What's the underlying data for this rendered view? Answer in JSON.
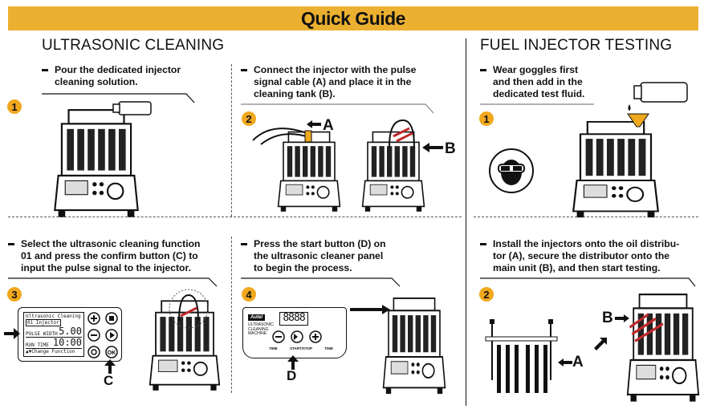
{
  "header": {
    "title": "Quick Guide"
  },
  "colors": {
    "accent": "#EBB030",
    "step_badge": "#F0A81E"
  },
  "sections": [
    {
      "title": "ULTRASONIC CLEANING"
    },
    {
      "title": "FUEL INJECTOR TESTING"
    }
  ],
  "steps": [
    {
      "number": "1",
      "lines": [
        "Pour the dedicated injector",
        "cleaning solution."
      ]
    },
    {
      "number": "2",
      "lines": [
        "Connect the injector with the pulse",
        "signal cable (A) and place it in the",
        "cleaning tank (B)."
      ],
      "labels": [
        "A",
        "B"
      ]
    },
    {
      "number": "1",
      "lines": [
        "Wear goggles first",
        "and then add in the",
        "dedicated test fluid."
      ],
      "icon": "goggles-icon"
    },
    {
      "number": "3",
      "lines": [
        "Select the ultrasonic cleaning function",
        "01 and press the confirm button (C) to",
        "input the pulse signal to the injector."
      ],
      "labels": [
        "C"
      ]
    },
    {
      "number": "4",
      "lines": [
        "Press the start button (D) on",
        "the ultrasonic cleaner panel",
        "to begin the process."
      ],
      "labels": [
        "D"
      ]
    },
    {
      "number": "2",
      "lines": [
        "Install the injectors onto the oil distribu-",
        "tor (A), secure the distributor onto the",
        "main unit (B), and then start testing."
      ],
      "labels": [
        "A",
        "B"
      ]
    }
  ],
  "lcd": {
    "line1": "Ultrasonic Cleaning",
    "line2": "01 Injector",
    "pulse_label": "PULSE WIDTH",
    "pulse_value": "5.00",
    "run_label": "RUN TIME",
    "run_value": "10:00",
    "hint": "▲▼Change Function",
    "buttons": [
      "plus",
      "stop",
      "minus",
      "play",
      "return",
      "OK"
    ]
  },
  "cleaner_panel": {
    "brand": "Autel",
    "name_lines": [
      "ULTRASONIC",
      "CLEANING",
      "MACHINE"
    ],
    "display": "8888",
    "buttons": [
      "TIME",
      "START/STOP",
      "TIME"
    ]
  }
}
